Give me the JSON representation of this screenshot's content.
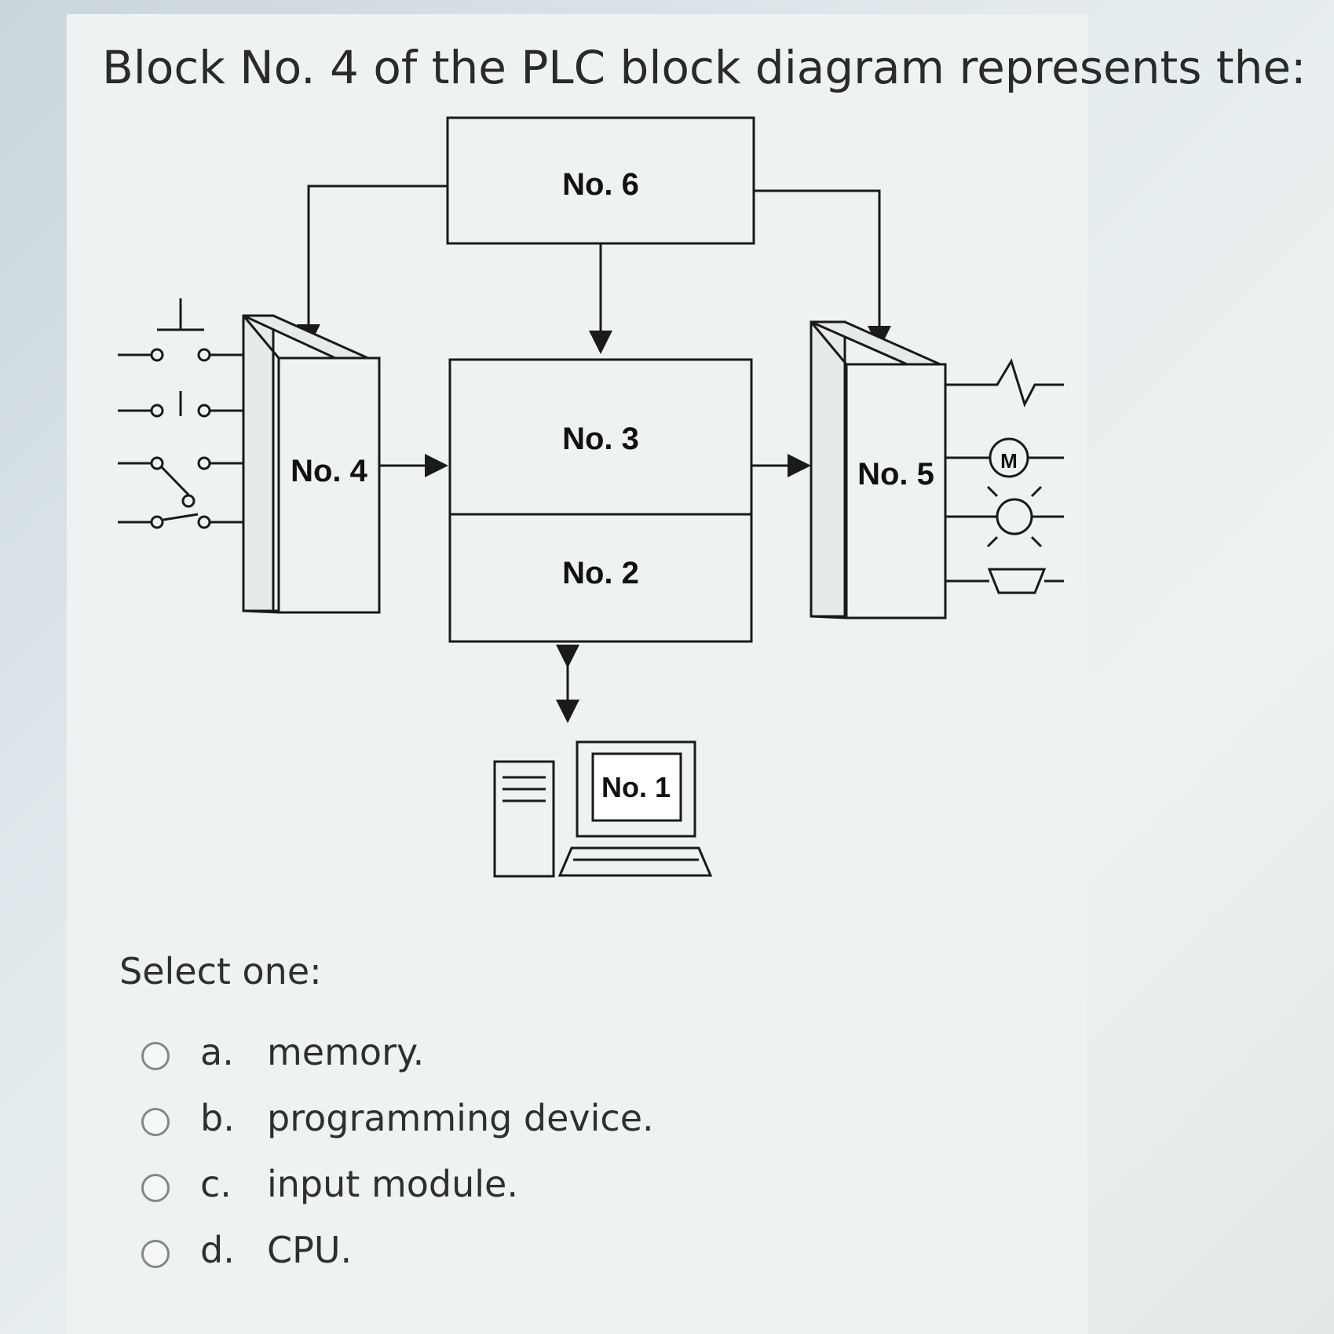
{
  "question": {
    "text": "Block No. 4 of the PLC block diagram represents the:"
  },
  "diagram": {
    "blocks": {
      "no1": "No. 1",
      "no2": "No. 2",
      "no3": "No. 3",
      "no4": "No. 4",
      "no5": "No. 5",
      "no6": "No. 6"
    },
    "motor_symbol": "M"
  },
  "prompt": "Select one:",
  "options": [
    {
      "letter": "a.",
      "text": "memory.",
      "selected": false
    },
    {
      "letter": "b.",
      "text": "programming device.",
      "selected": false
    },
    {
      "letter": "c.",
      "text": "input module.",
      "selected": false
    },
    {
      "letter": "d.",
      "text": "CPU.",
      "selected": false
    }
  ],
  "colors": {
    "page_background": "#dce6ea",
    "panel_background": "#eef3f1",
    "text": "#2a2a2a",
    "diagram_lines": "#1a1a1a",
    "block_fill": "#eef2f0"
  }
}
